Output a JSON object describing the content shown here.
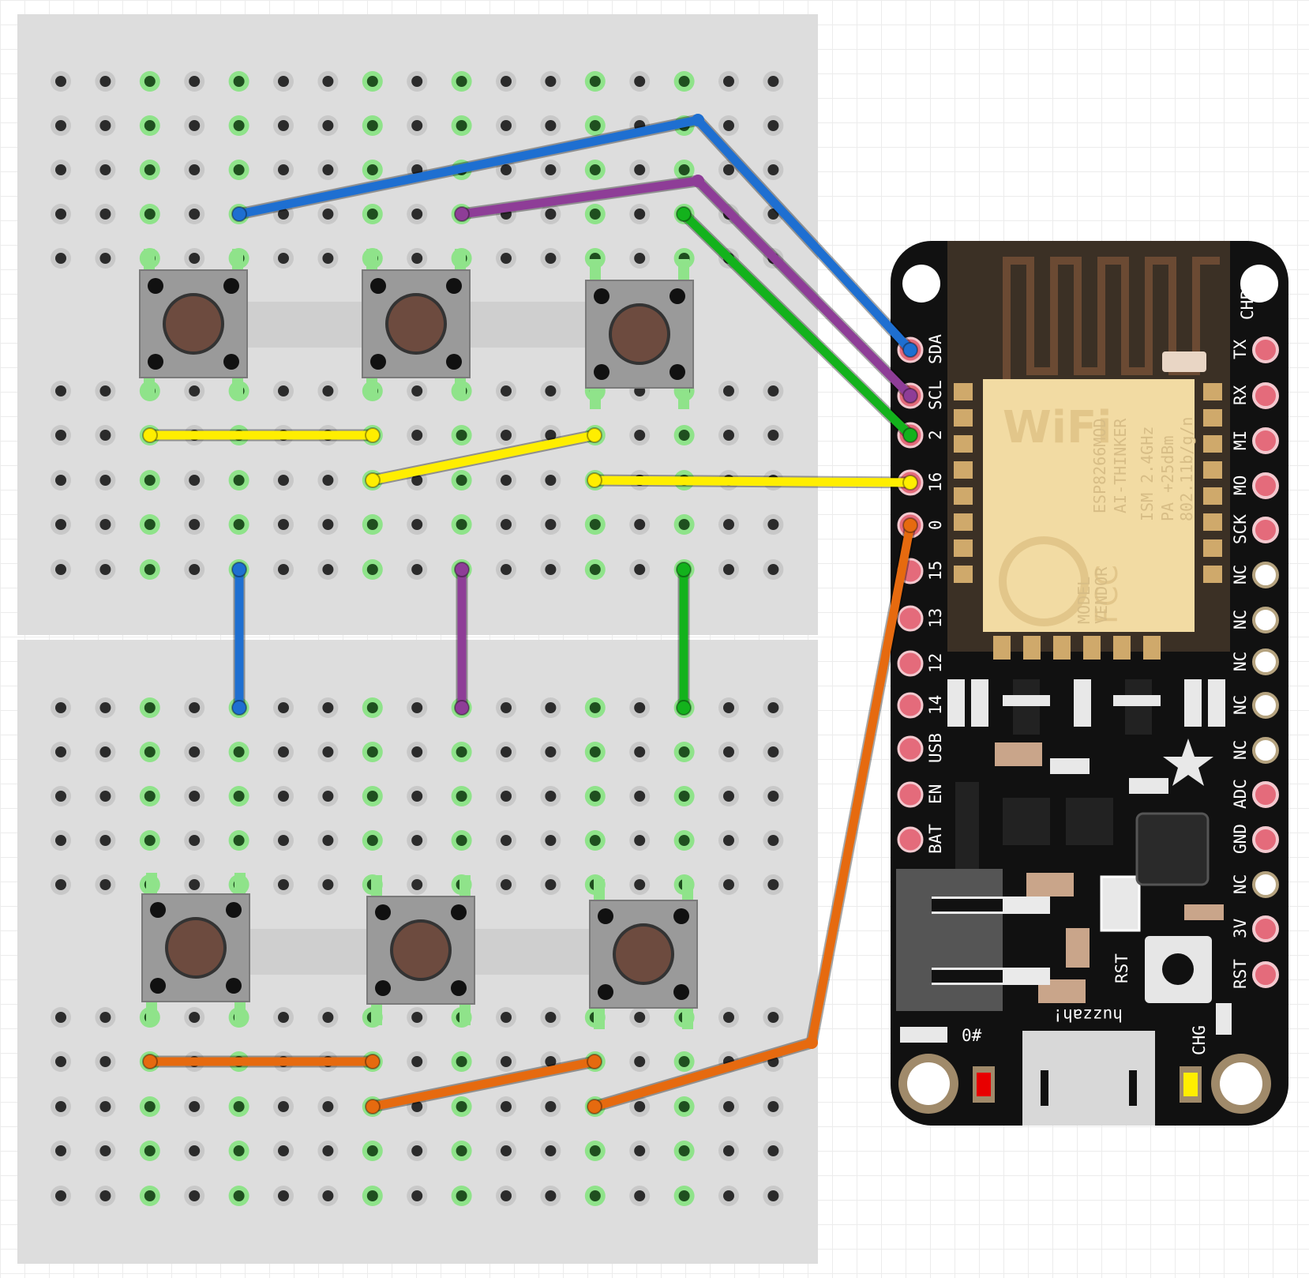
{
  "breadboard": {
    "halves": 2,
    "columns": 17,
    "button_count": 6,
    "colors": {
      "board": "#dddddd",
      "hole": "#2b2b2b",
      "connected_halo": "#8fe38a",
      "button_body": "#9a9a9a",
      "button_cap": "#6d4b3f"
    }
  },
  "wires": [
    {
      "name": "blue",
      "color": "#1e6fd1"
    },
    {
      "name": "purple",
      "color": "#8e3d97"
    },
    {
      "name": "green",
      "color": "#13b21c"
    },
    {
      "name": "yellow",
      "color": "#ffee00"
    },
    {
      "name": "orange",
      "color": "#e66a0f"
    }
  ],
  "board": {
    "color": "#111111",
    "pad_color": "#e46b7b",
    "left_pins": [
      "SDA",
      "SCL",
      "2",
      "16",
      "0",
      "15",
      "13",
      "12",
      "14",
      "USB",
      "EN",
      "BAT"
    ],
    "right_pins": [
      "CHPD",
      "TX",
      "RX",
      "MI",
      "MO",
      "SCK",
      "NC",
      "NC",
      "NC",
      "NC",
      "NC",
      "ADC",
      "GND",
      "NC",
      "3V",
      "RST"
    ],
    "labels": {
      "module_name": "ESP8266MOD",
      "vendor": "AI-THINKER",
      "ism": "ISM 2.4GHz",
      "pa": "PA +25dBm",
      "standard": "802.11b/g/n",
      "model_lbl": "MODEL",
      "vendor_lbl": "VENDOR",
      "wifi_logo": "WiFi",
      "fcc_logo": "FCC",
      "brand": "huzzah!",
      "rst_button": "RST",
      "chg_led": "CHG",
      "led_zero": "0#"
    }
  }
}
